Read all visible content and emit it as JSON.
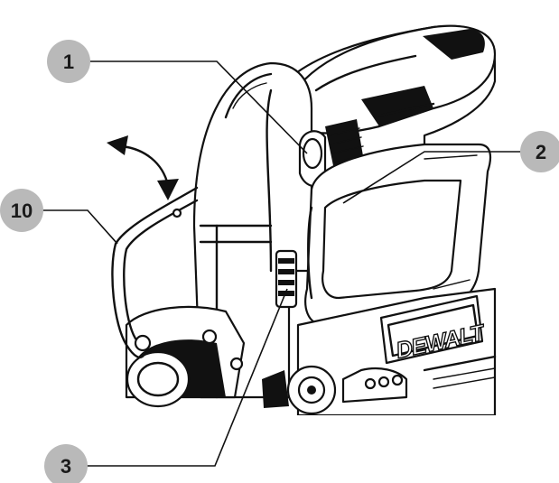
{
  "diagram": {
    "brand_label": "DEWALT",
    "callouts": [
      {
        "id": "callout-1",
        "label": "1"
      },
      {
        "id": "callout-2",
        "label": "2"
      },
      {
        "id": "callout-10",
        "label": "10"
      },
      {
        "id": "callout-3",
        "label": "3"
      }
    ]
  }
}
